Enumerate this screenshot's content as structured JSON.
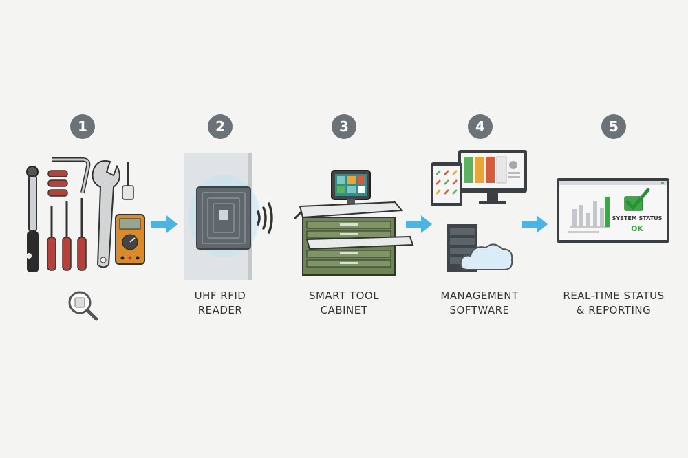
{
  "steps": [
    {
      "number": "1",
      "line1": "",
      "line2": ""
    },
    {
      "number": "2",
      "line1": "UHF RFID",
      "line2": "READER"
    },
    {
      "number": "3",
      "line1": "SMART TOOL",
      "line2": "CABINET"
    },
    {
      "number": "4",
      "line1": "MANAGEMENT",
      "line2": "SOFTWARE"
    },
    {
      "number": "5",
      "line1": "REAL-TIME STATUS",
      "line2": "& REPORTING"
    }
  ],
  "dashboard": {
    "status_title": "SYSTEM STATUS",
    "status_value": "OK"
  },
  "colors": {
    "badge": "#6b7278",
    "arrow": "#4db3e0",
    "cabinet": "#6f8457",
    "ok_green": "#3aa845"
  },
  "icons": [
    "magnifier-icon",
    "wireless-waves-icon",
    "cloud-icon",
    "checkmark-icon"
  ]
}
